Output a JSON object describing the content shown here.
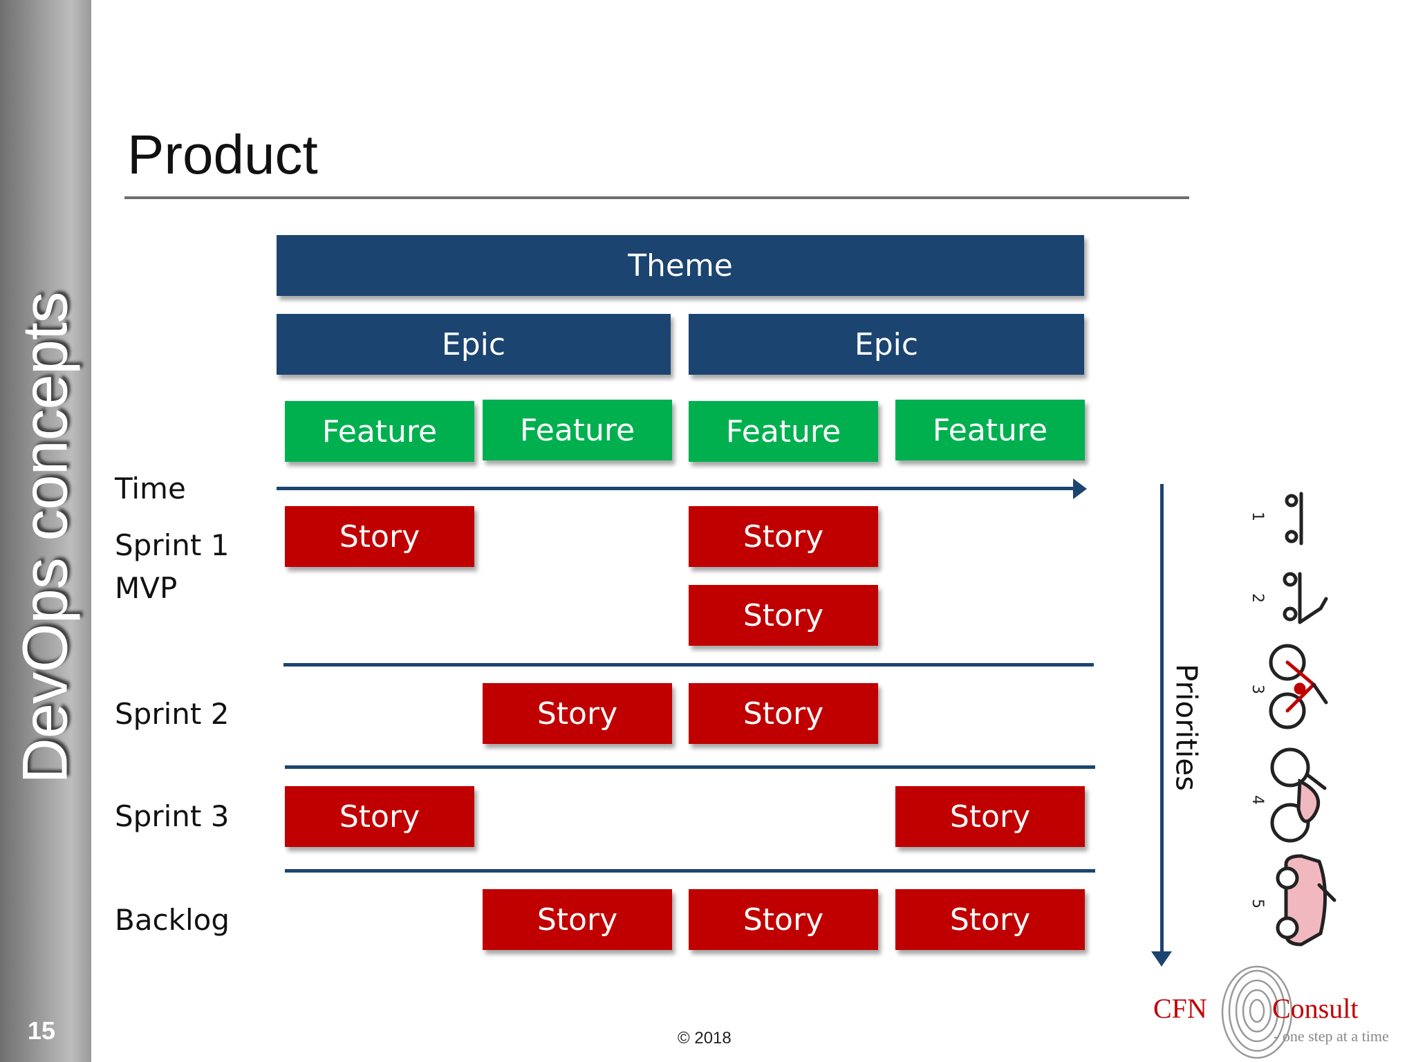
{
  "sidebar": {
    "title": "DevOps concepts",
    "slide_number": "15"
  },
  "title": "Product",
  "theme": "Theme",
  "epics": [
    "Epic",
    "Epic"
  ],
  "features": [
    "Feature",
    "Feature",
    "Feature",
    "Feature"
  ],
  "rows": {
    "time": "Time",
    "sprint1": "Sprint 1",
    "mvp": "MVP",
    "sprint2": "Sprint 2",
    "sprint3": "Sprint 3",
    "backlog": "Backlog"
  },
  "story_label": "Story",
  "priorities": "Priorities",
  "vehicle_numbers": [
    "1",
    "2",
    "3",
    "4",
    "5"
  ],
  "logo": {
    "left": "CFN",
    "right": "Consult",
    "tagline": "- one step at a time"
  },
  "copyright": "© 2018",
  "colors": {
    "navy": "#1c4470",
    "feature_green": "#00b04f",
    "story_red": "#c00000"
  }
}
